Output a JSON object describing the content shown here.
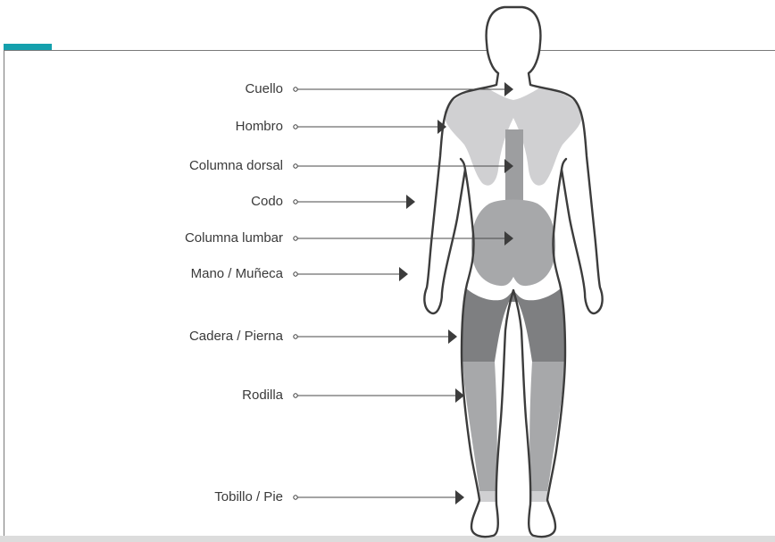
{
  "diagram": {
    "labels": [
      {
        "id": "cuello",
        "text": "Cuello"
      },
      {
        "id": "hombro",
        "text": "Hombro"
      },
      {
        "id": "columna-dorsal",
        "text": "Columna dorsal"
      },
      {
        "id": "codo",
        "text": "Codo"
      },
      {
        "id": "columna-lumbar",
        "text": "Columna lumbar"
      },
      {
        "id": "mano-muneca",
        "text": "Mano / Muñeca"
      },
      {
        "id": "cadera-pierna",
        "text": "Cadera / Pierna"
      },
      {
        "id": "rodilla",
        "text": "Rodilla"
      },
      {
        "id": "tobillo-pie",
        "text": "Tobillo / Pie"
      }
    ]
  },
  "colors": {
    "accent": "#14a0ad",
    "outline": "#3c3c3c",
    "light_gray": "#d0d0d2",
    "mid_gray": "#a7a8aa",
    "dark_gray": "#7e7f81",
    "spine_gray": "#9d9ea0"
  }
}
